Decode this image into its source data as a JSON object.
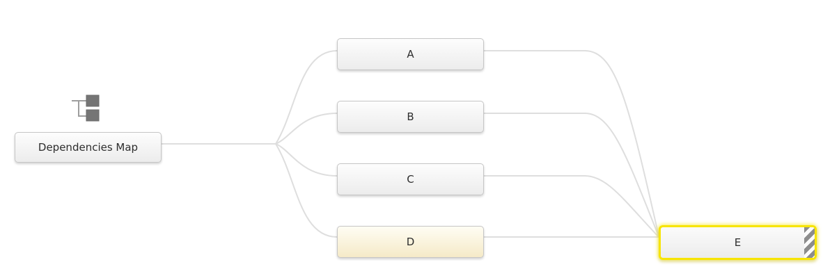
{
  "nodes": {
    "root": {
      "label": "Dependencies Map",
      "state": "normal"
    },
    "a": {
      "label": "A",
      "state": "normal"
    },
    "b": {
      "label": "B",
      "state": "normal"
    },
    "c": {
      "label": "C",
      "state": "normal"
    },
    "d": {
      "label": "D",
      "state": "highlighted"
    },
    "e": {
      "label": "E",
      "state": "selected"
    }
  },
  "icons": {
    "root_icon": "hierarchy-icon",
    "stripe_indicator": "diagonal-stripes"
  },
  "colors": {
    "selection_yellow": "#f7e400",
    "highlight_node_top": "#fffdf4",
    "highlight_node_bottom": "#f5eac8",
    "node_top": "#fdfdfd",
    "node_bottom": "#ececec",
    "node_border": "#c6c6c6",
    "connector": "#dedede",
    "stripe_gray": "#8c8c8c",
    "icon_gray": "#757575",
    "text": "#2d2d2d"
  }
}
